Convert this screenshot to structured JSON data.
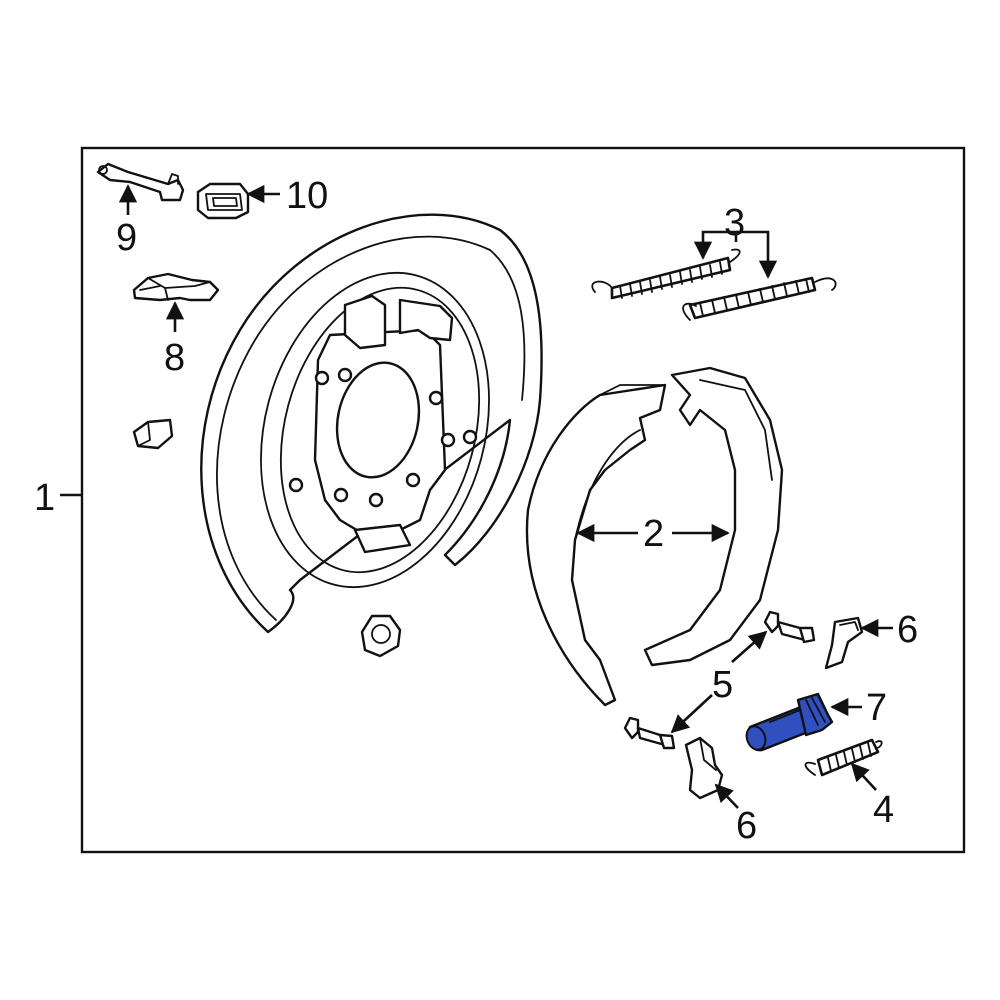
{
  "callouts": {
    "c1": "1",
    "c2": "2",
    "c3": "3",
    "c4": "4",
    "c5": "5",
    "c6a": "6",
    "c6b": "6",
    "c7": "7",
    "c8": "8",
    "c9": "9",
    "c10": "10"
  },
  "colors": {
    "highlight": "#3050c0",
    "line": "#111111",
    "background": "#ffffff"
  }
}
